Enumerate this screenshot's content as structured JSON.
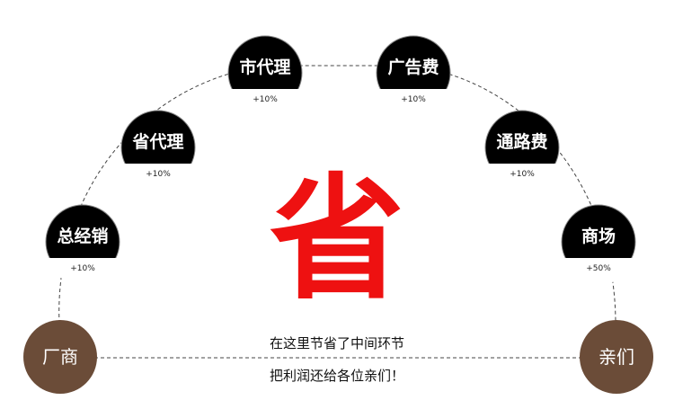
{
  "nodes": [
    {
      "id": "zongjingxiao",
      "label": "总经销",
      "pct": "+10%"
    },
    {
      "id": "shengdaili",
      "label": "省代理",
      "pct": "+10%"
    },
    {
      "id": "shidaili",
      "label": "市代理",
      "pct": "+10%"
    },
    {
      "id": "guanggaofei",
      "label": "广告费",
      "pct": "+10%"
    },
    {
      "id": "tonglufei",
      "label": "通路费",
      "pct": "+10%"
    },
    {
      "id": "shangchang",
      "label": "商场",
      "pct": "+50%"
    }
  ],
  "endpoints": {
    "left": "厂商",
    "right": "亲们"
  },
  "center": {
    "line1": "在这里节省了中间环节",
    "line2": "把利润还给各位亲们！"
  },
  "big_char": "省",
  "colors": {
    "node_fill": "#000000",
    "node_bottom": "#ffffff",
    "endpoint_fill": "#6b4c38",
    "accent_red": "#ee1111",
    "connector": "#444444"
  }
}
